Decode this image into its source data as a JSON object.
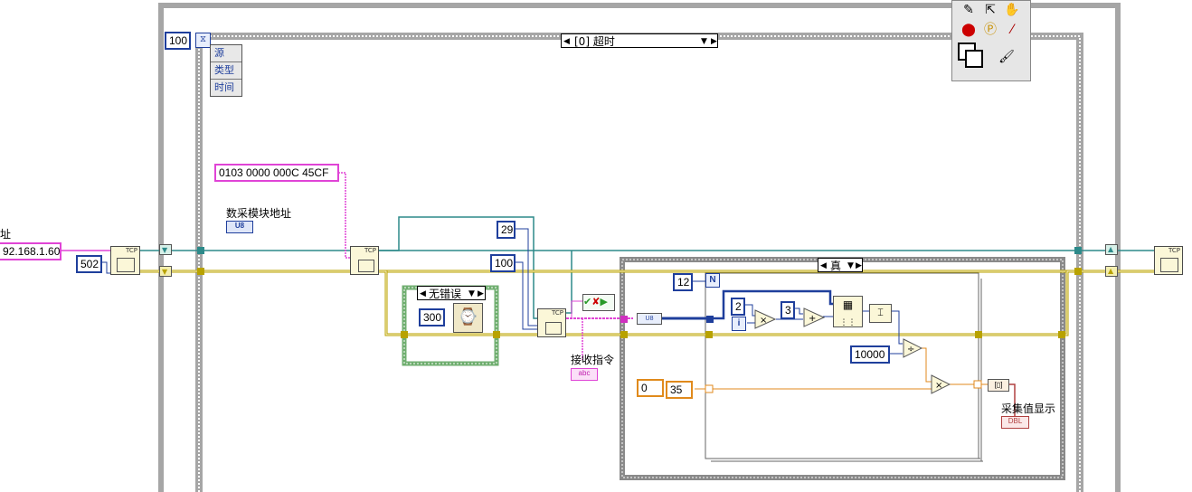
{
  "consts": {
    "ip_label_partial": "址",
    "ip_value": "92.168.1.60",
    "port": "502",
    "timeout": "100",
    "command_string": "0103 0000 000C 45CF",
    "bytes_to_read": "29",
    "read_timeout": "100",
    "wait_ms": "300",
    "loop_count": "12",
    "index_multiplier": "2",
    "index_offset": "3",
    "divisor": "10000",
    "init_value": "0",
    "scale": "35"
  },
  "labels": {
    "module_address": "数采模块地址",
    "module_address_type": "U8",
    "receive_command": "接收指令",
    "receive_type": "abc",
    "collected_value_display": "采集值显示",
    "collected_type": "DBL",
    "loop_n": "N",
    "loop_i": "i",
    "u8_convert": "U8",
    "tcp": "TCP"
  },
  "event_structure": {
    "case_label": "[0] 超时",
    "unbundle_items": [
      "源",
      "类型",
      "时间"
    ]
  },
  "error_case": {
    "label": "无错误"
  },
  "true_case": {
    "label": "真"
  },
  "tools_palette": {
    "items": [
      "operate-tool",
      "position-tool",
      "text-tool",
      "breakpoint-tool",
      "probe-tool",
      "color-copy-tool",
      "color-tool",
      "brush-tool"
    ]
  },
  "colors": {
    "integer_wire": "#1f3f9c",
    "string_wire": "#e044d6",
    "error_wire": "#b8a200",
    "refnum_wire": "#2d8a8a",
    "float_wire": "#e08a1c",
    "structure_border": "#a6a6a6"
  }
}
